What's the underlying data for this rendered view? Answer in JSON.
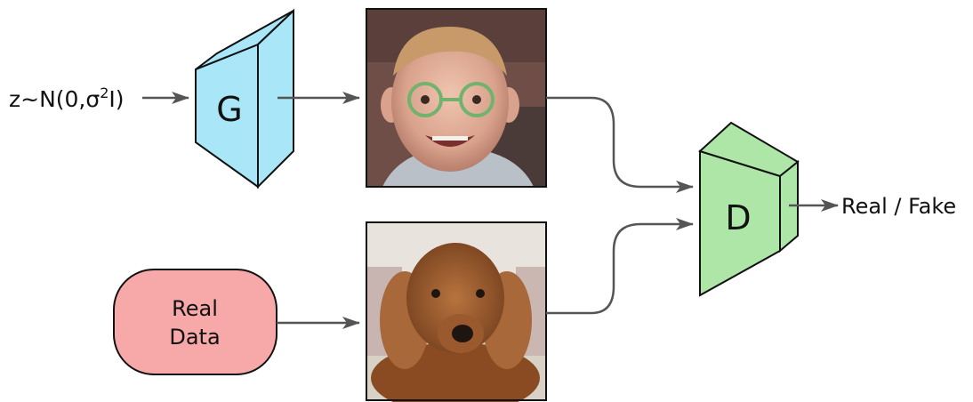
{
  "input": {
    "prefix": "z~N(0,σ",
    "superscript": "2",
    "suffix": "I)"
  },
  "generator": {
    "label": "G",
    "fill": "#a8e6f8"
  },
  "discriminator": {
    "label": "D",
    "fill": "#aee6a8"
  },
  "real_data": {
    "line1": "Real",
    "line2": "Data",
    "fill": "#f7a8a8"
  },
  "output": {
    "label": "Real / Fake"
  },
  "images": {
    "generated": "generated-child-photo",
    "real": "real-dog-photo"
  },
  "colors": {
    "arrow": "#555555",
    "stroke": "#111111"
  }
}
